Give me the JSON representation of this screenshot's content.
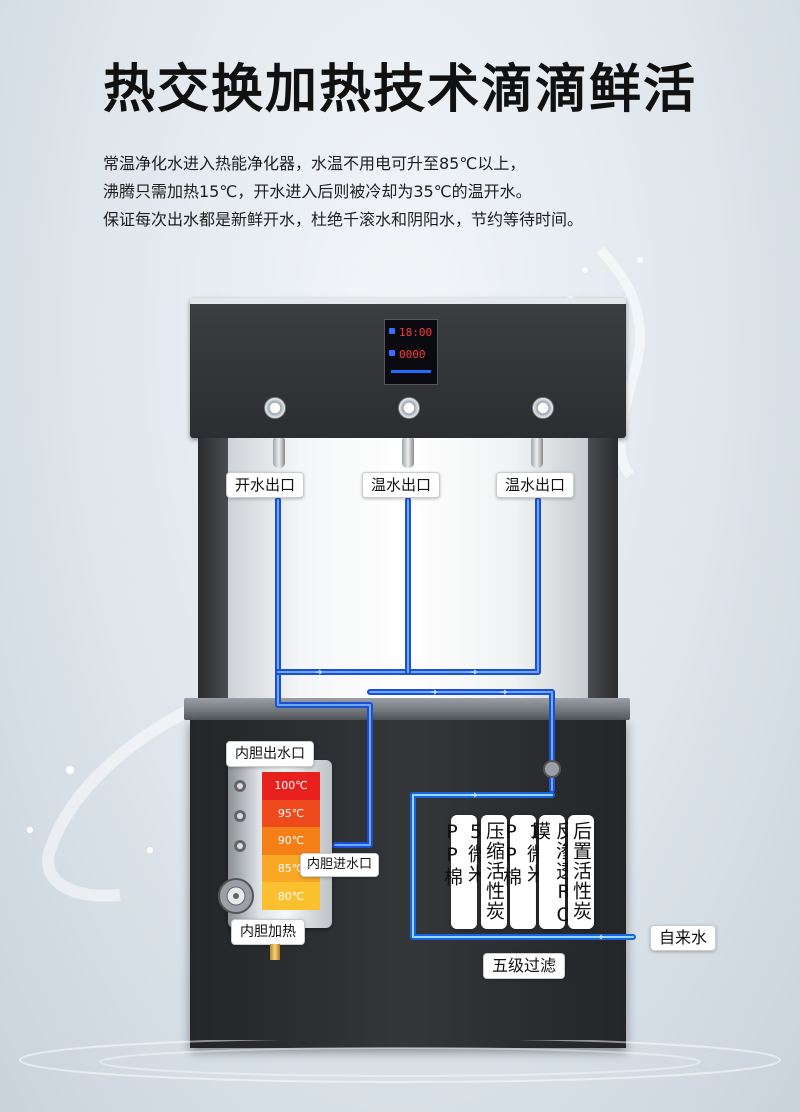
{
  "headline": "热交换加热技术滴滴鲜活",
  "description": [
    "常温净化水进入热能净化器，水温不用电可升至85℃以上，",
    "沸腾只需加热15℃，开水进入后则被冷却为35℃的温开水。",
    "保证每次出水都是新鲜开水，杜绝千滚水和阴阳水，节约等待时间。"
  ],
  "display": {
    "row1": "18:00",
    "row2": "0000"
  },
  "outlets": [
    "开水出口",
    "温水出口",
    "温水出口"
  ],
  "tank": {
    "outlet_label": "内胆出水口",
    "inlet_label": "内胆进水口",
    "heating_label": "内胆加热",
    "temps": [
      "100℃",
      "95℃",
      "90℃",
      "85℃",
      "80℃"
    ],
    "temp_colors": [
      "#e8211f",
      "#ef4a1d",
      "#f57f17",
      "#f9a825",
      "#fbc02d"
    ]
  },
  "filters": [
    "5微米PP棉",
    "压缩活性炭",
    "1微米PP棉",
    "反渗透RO膜",
    "后置活性炭"
  ],
  "filter_group_label": "五级过滤",
  "source_label": "自来水",
  "colors": {
    "pipe": "#1a4fd6",
    "pipe_light": "#3e8cff",
    "cabinet": "#2e3033"
  }
}
